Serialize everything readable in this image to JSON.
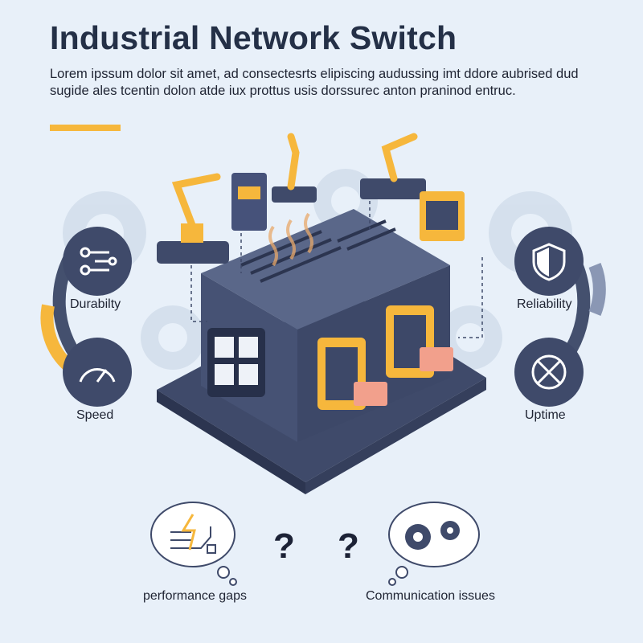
{
  "header": {
    "title": "Industrial Network Switch",
    "subtitle": "Lorem ipssum dolor sit amet, ad consectesrts elipiscing audussing imt ddore aubrised dud sugide ales tcentin dolon atde iux prottus usis dorssurec anton praninod entruc."
  },
  "features": {
    "left_top": "Durabilty",
    "left_bottom": "Speed",
    "right_top": "Reliability",
    "right_bottom": "Uptime"
  },
  "issues": {
    "left": "performance gaps",
    "right": "Communication issues",
    "q1": "?",
    "q2": "?"
  },
  "colors": {
    "accent": "#f6b73c",
    "navy": "#3f4a6a",
    "background": "#e8f0f9",
    "port_orange": "#f2a08c"
  },
  "icons": {
    "durability": "circuit-icon",
    "speed": "speedometer-icon",
    "reliability": "shield-icon",
    "uptime": "crossed-circle-icon"
  }
}
